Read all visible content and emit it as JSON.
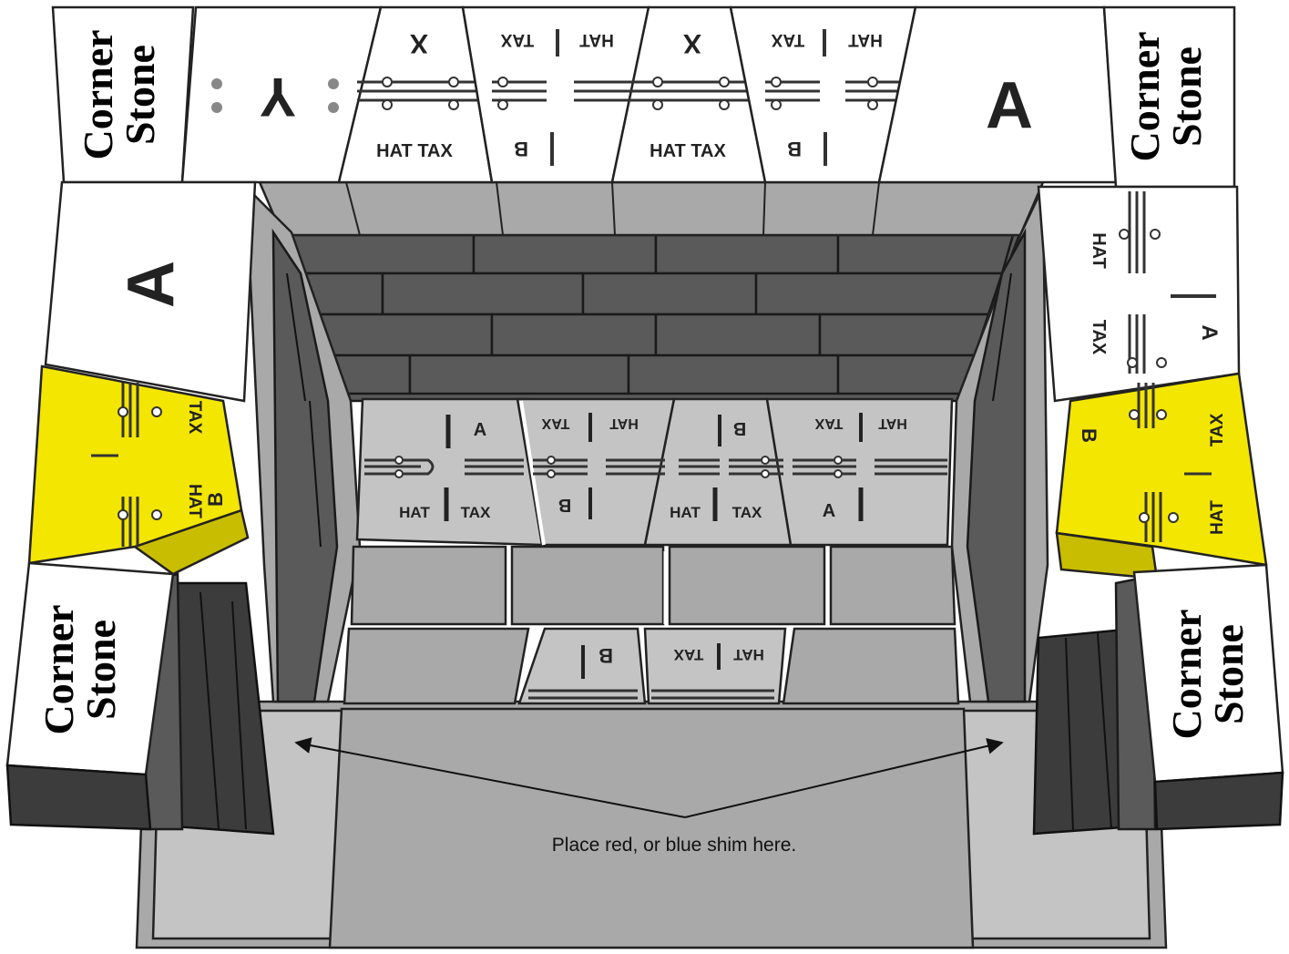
{
  "caption": "Place red, or blue shim here.",
  "labels": {
    "brand_line1": "Corner",
    "brand_line2": "Stone",
    "letter_a": "A",
    "letter_b": "B",
    "letter_y": "Y",
    "letter_x": "X",
    "hat": "HAT",
    "tax": "TAX",
    "hat_tax": "HAT TAX"
  },
  "colors": {
    "brick": "#a9a9a9",
    "brick_dark": "#5a5a5a",
    "cap_white": "#ffffff",
    "highlight_yellow": "#f3e600",
    "outline": "#222222"
  }
}
